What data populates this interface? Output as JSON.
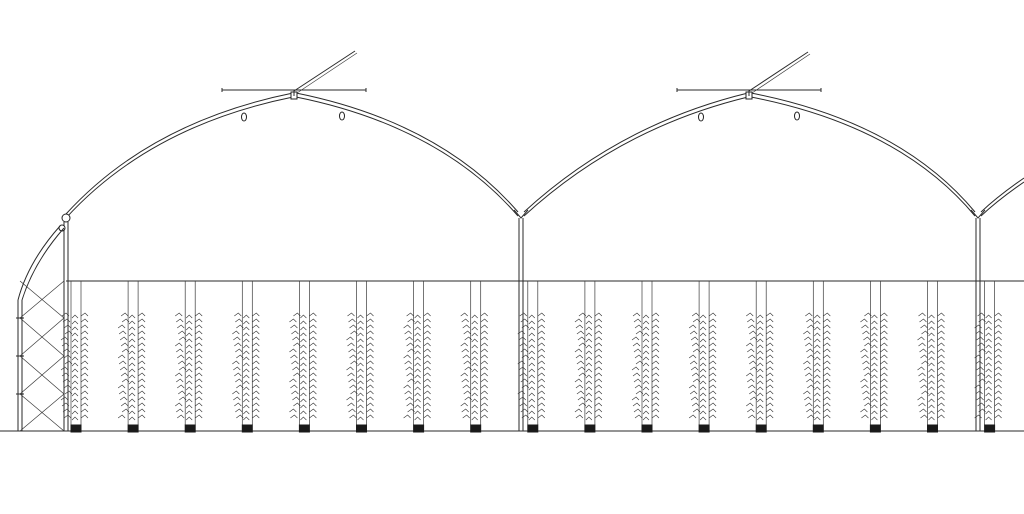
{
  "drawing": {
    "type": "greenhouse-cross-section",
    "spans": 2,
    "plant_rows": 17,
    "roof_vents": 2,
    "colors": {
      "line": "#2a2a2a",
      "background": "#ffffff",
      "pot": "#1a1a1a"
    }
  }
}
